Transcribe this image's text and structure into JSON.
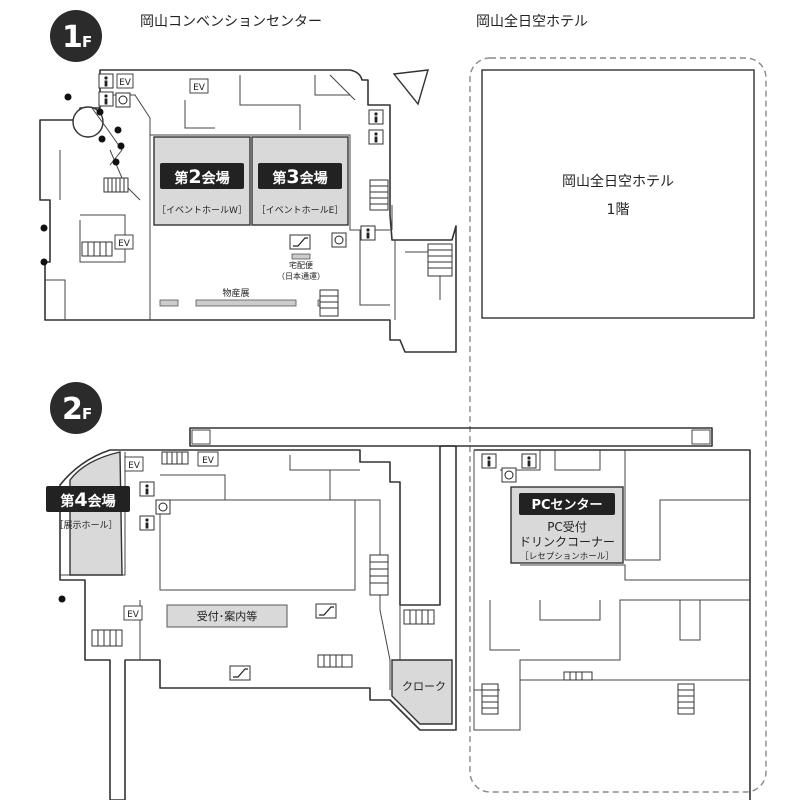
{
  "floors": {
    "f1": {
      "number": "1",
      "suffix": "F"
    },
    "f2": {
      "number": "2",
      "suffix": "F"
    }
  },
  "buildings": {
    "convention_center": "岡山コンベンションセンター",
    "hotel": "岡山全日空ホテル",
    "hotel_box_line1": "岡山全日空ホテル",
    "hotel_box_line2": "1階"
  },
  "rooms": {
    "hall2": {
      "prefix": "第",
      "num": "2",
      "suffix": "会場",
      "sub": "［イベントホールW］"
    },
    "hall3": {
      "prefix": "第",
      "num": "3",
      "suffix": "会場",
      "sub": "［イベントホールE］"
    },
    "hall4": {
      "prefix": "第",
      "num": "4",
      "suffix": "会場",
      "sub": "［展示ホール］"
    },
    "pc_center": {
      "title": "PCセンター",
      "line1": "PC受付",
      "line2": "ドリンクコーナー",
      "sub": "［レセプションホール］"
    }
  },
  "labels": {
    "delivery_line1": "宅配便",
    "delivery_line2": "（日本通運）",
    "products": "物産展",
    "reception": "受付･案内等",
    "cloak": "クローク",
    "ev": "EV"
  },
  "colors": {
    "room_gray": "#d9d9d9",
    "badge_dark": "#2b2b2b",
    "label_dark": "#1f1f1f",
    "dash": "#888888"
  },
  "icons": {
    "restroom": "restroom-icon",
    "accessible": "wheelchair-icon",
    "escalator": "escalator-icon",
    "stairs": "stairs-icon",
    "elevator": "elevator-icon"
  }
}
